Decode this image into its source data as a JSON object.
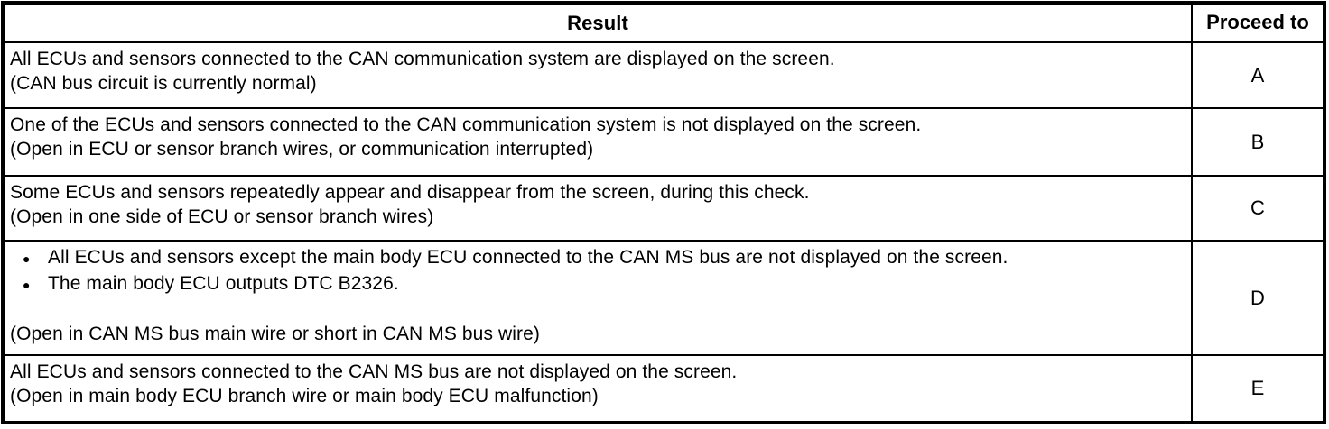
{
  "table": {
    "headers": {
      "result": "Result",
      "proceed": "Proceed to"
    },
    "rows": [
      {
        "proceed": "A",
        "lines": [
          "All ECUs and sensors connected to the CAN communication system are displayed on the screen.",
          "(CAN bus circuit is currently normal)"
        ]
      },
      {
        "proceed": "B",
        "lines": [
          "One of the ECUs and sensors connected to the CAN communication system is not displayed on the screen.",
          "(Open in ECU or sensor branch wires, or communication interrupted)"
        ]
      },
      {
        "proceed": "C",
        "lines": [
          "Some ECUs and sensors repeatedly appear and disappear from the screen, during this check.",
          "(Open in one side of ECU or sensor branch wires)"
        ]
      },
      {
        "proceed": "D",
        "bullets": [
          "All ECUs and sensors except the main body ECU connected to the CAN MS bus are not displayed on the screen.",
          "The main body ECU outputs DTC B2326."
        ],
        "note": "(Open in CAN MS bus main wire or short in CAN MS bus wire)"
      },
      {
        "proceed": "E",
        "lines": [
          "All ECUs and sensors connected to the CAN MS bus are not displayed on the screen.",
          "(Open in main body ECU branch wire or main body ECU malfunction)"
        ]
      }
    ],
    "icons": {
      "bullet": "●"
    },
    "colors": {
      "border": "#000000",
      "text": "#000000",
      "background": "#ffffff"
    }
  }
}
